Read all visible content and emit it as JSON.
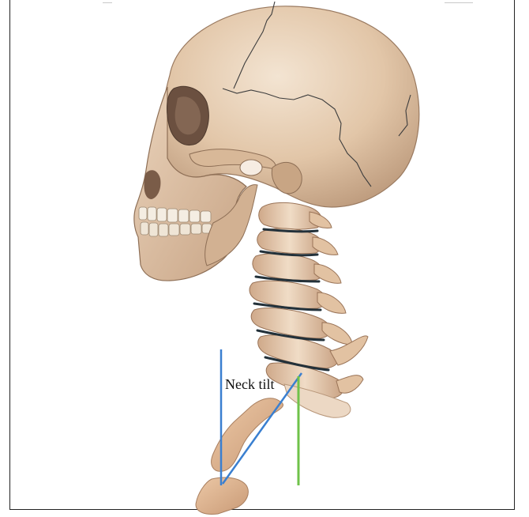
{
  "figure": {
    "annotation_label": "Neck tilt",
    "colors": {
      "vertical_reference_line": "#3a7fd0",
      "neck_line": "#3a7fd0",
      "plumb_line": "#6fc24a",
      "bone": "#e7cdb2",
      "bone_shadow": "#b89478",
      "suture": "#3d3d3d",
      "disc": "#23313a"
    },
    "icons": [
      "skull-illustration",
      "cervical-spine-illustration",
      "clavicle-illustration"
    ]
  }
}
